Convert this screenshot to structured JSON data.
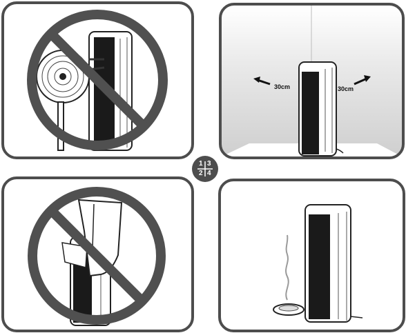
{
  "order_badge": {
    "numbers": [
      "1",
      "3",
      "2",
      "4"
    ]
  },
  "panels": [
    {
      "id": "1",
      "kind": "prohibited",
      "icon": "no-fan-near-purifier"
    },
    {
      "id": "2",
      "kind": "instruction",
      "icon": "clearance-distance",
      "left_label": "30cm",
      "right_label": "30cm"
    },
    {
      "id": "3",
      "kind": "prohibited",
      "icon": "no-cloth-covering"
    },
    {
      "id": "4",
      "kind": "instruction",
      "icon": "smoke-source-near-purifier"
    }
  ]
}
